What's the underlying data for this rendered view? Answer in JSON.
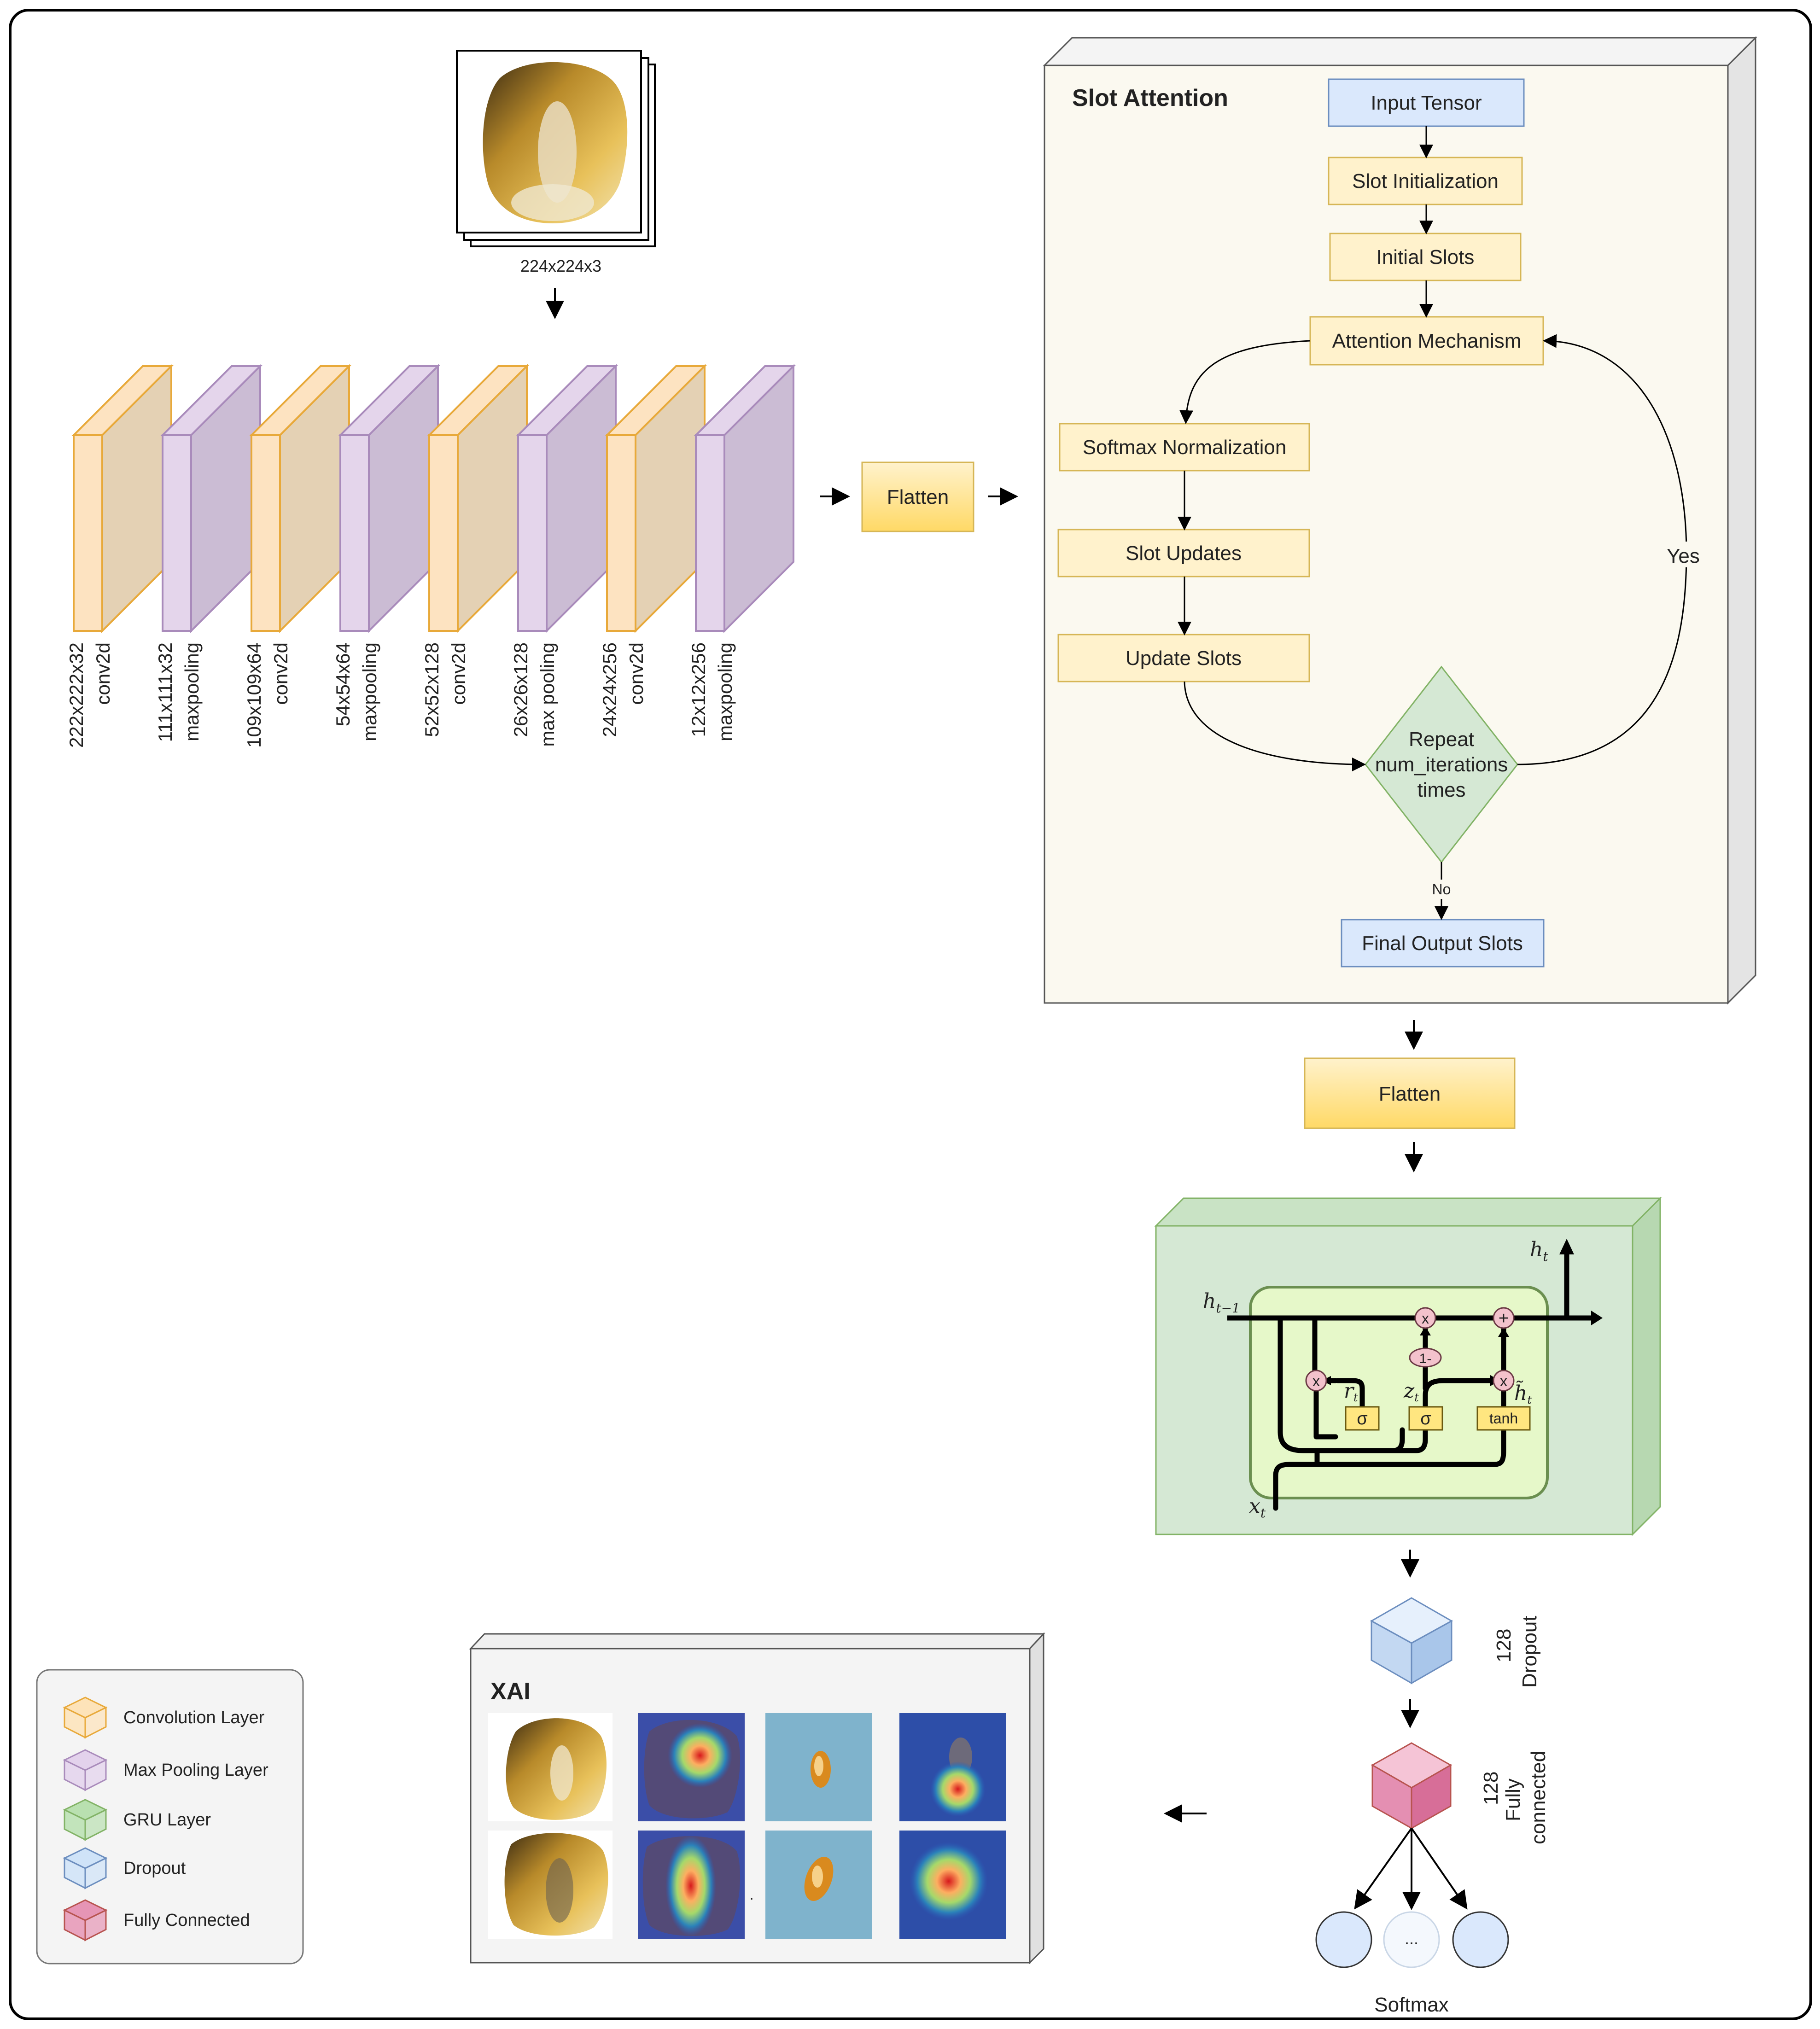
{
  "input": {
    "dims": "224x224x3",
    "image": "corn-kernel-image"
  },
  "cnn_layers": [
    {
      "dims": "222x222x32",
      "name": "conv2d",
      "kind": "conv"
    },
    {
      "dims": "111x111x32",
      "name": "maxpooling",
      "kind": "pool"
    },
    {
      "dims": "109x109x64",
      "name": "conv2d",
      "kind": "conv"
    },
    {
      "dims": "54x54x64",
      "name": "maxpooling",
      "kind": "pool"
    },
    {
      "dims": "52x52x128",
      "name": "conv2d",
      "kind": "conv"
    },
    {
      "dims": "26x26x128",
      "name": "max pooling",
      "kind": "pool"
    },
    {
      "dims": "24x24x256",
      "name": "conv2d",
      "kind": "conv"
    },
    {
      "dims": "12x12x256",
      "name": "maxpooling",
      "kind": "pool"
    }
  ],
  "flatten_1": "Flatten",
  "slot_attention": {
    "title": "Slot Attention",
    "input_tensor": "Input Tensor",
    "slot_init": "Slot Initialization",
    "initial_slots": "Initial Slots",
    "attention": "Attention Mechanism",
    "softmax_norm": "Softmax Normalization",
    "slot_updates": "Slot Updates",
    "update_slots": "Update Slots",
    "repeat": [
      "Repeat",
      "num_iterations",
      "times"
    ],
    "yes": "Yes",
    "no": "No",
    "final_output": "Final Output Slots"
  },
  "flatten_2": "Flatten",
  "gru": {
    "h_prev": "h",
    "h_prev_sub": "t−1",
    "h_out": "h",
    "h_out_sub": "t",
    "x_in": "x",
    "x_in_sub": "t",
    "r": "r",
    "r_sub": "t",
    "z": "z",
    "z_sub": "t",
    "h_tilde": "h̃",
    "h_tilde_sub": "t",
    "sigma": "σ",
    "tanh": "tanh",
    "mult": "x",
    "plus": "+",
    "one_minus": "1-"
  },
  "dropout": {
    "units": "128",
    "name": "Dropout"
  },
  "fully_connected": {
    "units": "128",
    "name_lines": [
      "Fully",
      "connected"
    ]
  },
  "softmax": {
    "label": "Softmax",
    "ellipsis": "..."
  },
  "xai": {
    "title": "XAI",
    "dot": "."
  },
  "legend": [
    {
      "label": "Convolution Layer",
      "icon": "cube-icon",
      "color": "#fde3b9"
    },
    {
      "label": "Max Pooling Layer",
      "icon": "cube-icon",
      "color": "#e3d2ec"
    },
    {
      "label": "GRU Layer",
      "icon": "cube-icon",
      "color": "#b9e0b0"
    },
    {
      "label": "Dropout",
      "icon": "cube-icon",
      "color": "#cfe3f8"
    },
    {
      "label": "Fully Connected",
      "icon": "cube-icon",
      "color": "#e695b5"
    }
  ],
  "colors": {
    "conv_front": "#fde3c1",
    "conv_side": "#e4d1b4",
    "conv_stroke": "#e8a93a",
    "pool_front": "#e4d5eb",
    "pool_side": "#cbbcd4",
    "pool_stroke": "#a98bbb",
    "flow_fill": "#fff4cc",
    "flow_stroke": "#d6b656",
    "blue_fill": "#dae8fc",
    "blue_stroke": "#6c8ebf",
    "diamond_fill": "#d5e8d4",
    "diamond_stroke": "#82b366",
    "gru_fill": "#d5e8d4",
    "gru_stroke": "#82b366"
  }
}
